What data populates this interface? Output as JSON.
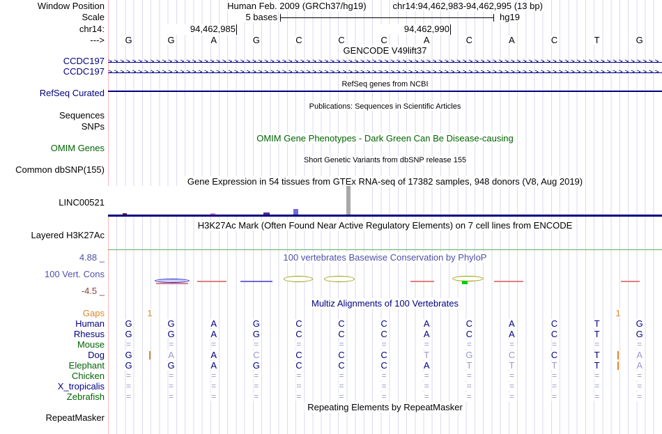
{
  "palette": {
    "navy": "#000080",
    "mismatch": "#9898ce",
    "green": "#006400",
    "orange": "#d9882a",
    "cons_blue": "#4f4fa8",
    "cons_red": "#8e3b3b",
    "grid": "#dadaf0",
    "green_line": "#5faf5f"
  },
  "header": {
    "window_position_label": "Window Position",
    "assembly": "Human Feb. 2009 (GRCh37/hg19)",
    "position": "chr14:94,462,983-94,462,995 (13 bp)",
    "scale_label": "Scale",
    "scale_bases": "5 bases",
    "scale_assembly": "hg19",
    "chrom_label": "chr14:",
    "coord_left": "94,462,985",
    "coord_right": "94,462,990",
    "strand_label": "--->"
  },
  "sequence": [
    "G",
    "G",
    "A",
    "G",
    "C",
    "C",
    "C",
    "A",
    "C",
    "A",
    "C",
    "T",
    "G"
  ],
  "titles": {
    "gencode": "GENCODE V49lift37",
    "refseq": "RefSeq genes from NCBI",
    "publications": "Publications: Sequences in Scientific Articles",
    "omim": "OMIM Gene Phenotypes - Dark Green Can Be Disease-causing",
    "dbsnp": "Short Genetic Variants from dbSNP release 155",
    "gtex": "Gene Expression in 54 tissues from GTEx RNA-seq of 17382 samples, 948 donors (V8, Aug 2019)",
    "h3k27ac": "H3K27Ac Mark (Often Found Near Active Regulatory Elements) on 7 cell lines from ENCODE",
    "phylop": "100 vertebrates Basewise Conservation by PhyloP",
    "multiz": "Multiz Alignments of 100 Vertebrates",
    "repeatmasker": "Repeating Elements by RepeatMasker"
  },
  "labels": {
    "gene1": "CCDC197",
    "gene2": "CCDC197",
    "refseq": "RefSeq Curated",
    "sequences": "Sequences",
    "snps": "SNPs",
    "omim": "OMIM Genes",
    "dbsnp": "Common dbSNP(155)",
    "gtex_gene": "LINC00521",
    "h3k27ac": "Layered H3K27Ac",
    "cons_max": "4.88 _",
    "cons": "100 Vert. Cons",
    "cons_min": "-4.5 _",
    "repeatmasker": "RepeatMasker"
  },
  "chart_data": [
    {
      "type": "bar",
      "name": "gtex_expression",
      "title": "Gene Expression in 54 tissues from GTEx RNA-seq of 17382 samples, 948 donors (V8, Aug 2019)",
      "gene": "LINC00521",
      "bars": [
        {
          "x": 176,
          "width": 6,
          "height": 2,
          "color": "#7a2040"
        },
        {
          "x": 302,
          "width": 7,
          "height": 2,
          "color": "#da85d5"
        },
        {
          "x": 378,
          "width": 9,
          "height": 3,
          "color": "#5b2a8e"
        },
        {
          "x": 421,
          "width": 7,
          "height": 8,
          "color": "#7569d8"
        },
        {
          "x": 497,
          "width": 6,
          "height": 41,
          "color": "#a8a8a8"
        }
      ],
      "baseline_y": 308,
      "plot_left": 155,
      "plot_right": 533,
      "plot_top": 267
    },
    {
      "type": "area",
      "name": "phylop_conservation",
      "title": "100 vertebrates Basewise Conservation by PhyloP",
      "ylim": [
        -4.5,
        4.88
      ],
      "elements": [
        {
          "kind": "ellipse2",
          "x": 222,
          "w": 50,
          "cy": 403,
          "h": 6,
          "stroke": "#2222cc",
          "fill": "#cfcff5",
          "under": "#e07f7f"
        },
        {
          "kind": "line",
          "x": 283,
          "w": 42,
          "cy": 404,
          "color": "#e07f7f"
        },
        {
          "kind": "line",
          "x": 345,
          "w": 46,
          "cy": 404,
          "color": "#6b6bd0"
        },
        {
          "kind": "ellipse",
          "x": 407,
          "w": 42,
          "cy": 400,
          "h": 9,
          "stroke": "#9a9a00"
        },
        {
          "kind": "ellipse",
          "x": 465,
          "w": 44,
          "cy": 400,
          "h": 9,
          "stroke": "#9a9a00"
        },
        {
          "kind": "line",
          "x": 589,
          "w": 34,
          "cy": 404,
          "color": "#e07f7f"
        },
        {
          "kind": "ellipse",
          "x": 649,
          "w": 45,
          "cy": 400,
          "h": 8,
          "stroke": "#9a9a00",
          "marker": {
            "x": 663,
            "y": 403,
            "w": 8,
            "h": 5,
            "color": "#00cc00"
          }
        },
        {
          "kind": "line",
          "x": 709,
          "w": 42,
          "cy": 404,
          "color": "#e07f7f"
        },
        {
          "kind": "line",
          "x": 891,
          "w": 27,
          "cy": 404,
          "color": "#e07f7f"
        }
      ]
    }
  ],
  "alignment": {
    "gaps_label": "Gaps",
    "gaps": [
      {
        "after_col": 1,
        "count": "1",
        "insertion_rows": [
          "Dog"
        ]
      },
      {
        "after_col": 12,
        "count": "1",
        "insertion_rows": [
          "Dog",
          "Elephant"
        ]
      }
    ],
    "species": [
      {
        "name": "Human",
        "label_color": "navy",
        "bases": [
          "G",
          "G",
          "A",
          "G",
          "C",
          "C",
          "C",
          "A",
          "C",
          "A",
          "C",
          "T",
          "G"
        ],
        "mismatch": [
          0,
          0,
          0,
          0,
          0,
          0,
          0,
          0,
          0,
          0,
          0,
          0,
          0
        ]
      },
      {
        "name": "Rhesus",
        "label_color": "navy",
        "bases": [
          "G",
          "G",
          "A",
          "G",
          "C",
          "C",
          "C",
          "A",
          "C",
          "A",
          "C",
          "T",
          "G"
        ],
        "mismatch": [
          0,
          0,
          0,
          0,
          0,
          0,
          0,
          0,
          0,
          0,
          0,
          0,
          0
        ]
      },
      {
        "name": "Mouse",
        "label_color": "green",
        "bases": [
          "=",
          "=",
          "=",
          "=",
          "=",
          "=",
          "=",
          "=",
          "=",
          "=",
          "=",
          "=",
          "="
        ],
        "mismatch": [
          0,
          0,
          0,
          0,
          0,
          0,
          0,
          0,
          0,
          0,
          0,
          0,
          0
        ]
      },
      {
        "name": "Dog",
        "label_color": "navy",
        "bases": [
          "G",
          "A",
          "A",
          "C",
          "C",
          "C",
          "C",
          "T",
          "G",
          "C",
          "C",
          "T",
          "A"
        ],
        "mismatch": [
          0,
          1,
          0,
          1,
          0,
          0,
          0,
          1,
          1,
          1,
          0,
          0,
          1
        ]
      },
      {
        "name": "Elephant",
        "label_color": "green",
        "bases": [
          "G",
          "G",
          "A",
          "G",
          "C",
          "C",
          "C",
          "A",
          "T",
          "T",
          "T",
          "T",
          "A"
        ],
        "mismatch": [
          0,
          0,
          0,
          0,
          0,
          0,
          0,
          0,
          1,
          1,
          1,
          0,
          1
        ]
      },
      {
        "name": "Chicken",
        "label_color": "green",
        "bases": [
          "=",
          "=",
          "=",
          "=",
          "=",
          "=",
          "=",
          "=",
          "=",
          "=",
          "=",
          "=",
          "="
        ],
        "mismatch": [
          0,
          0,
          0,
          0,
          0,
          0,
          0,
          0,
          0,
          0,
          0,
          0,
          0
        ]
      },
      {
        "name": "X_tropicalis",
        "label_color": "navy",
        "bases": [
          "=",
          "=",
          "=",
          "=",
          "=",
          "=",
          "=",
          "=",
          "=",
          "=",
          "=",
          "=",
          "="
        ],
        "mismatch": [
          0,
          0,
          0,
          0,
          0,
          0,
          0,
          0,
          0,
          0,
          0,
          0,
          0
        ]
      },
      {
        "name": "Zebrafish",
        "label_color": "green",
        "bases": [
          "=",
          "=",
          "=",
          "=",
          "=",
          "=",
          "=",
          "=",
          "=",
          "=",
          "=",
          "=",
          "="
        ],
        "mismatch": [
          0,
          0,
          0,
          0,
          0,
          0,
          0,
          0,
          0,
          0,
          0,
          0,
          0
        ]
      }
    ]
  }
}
